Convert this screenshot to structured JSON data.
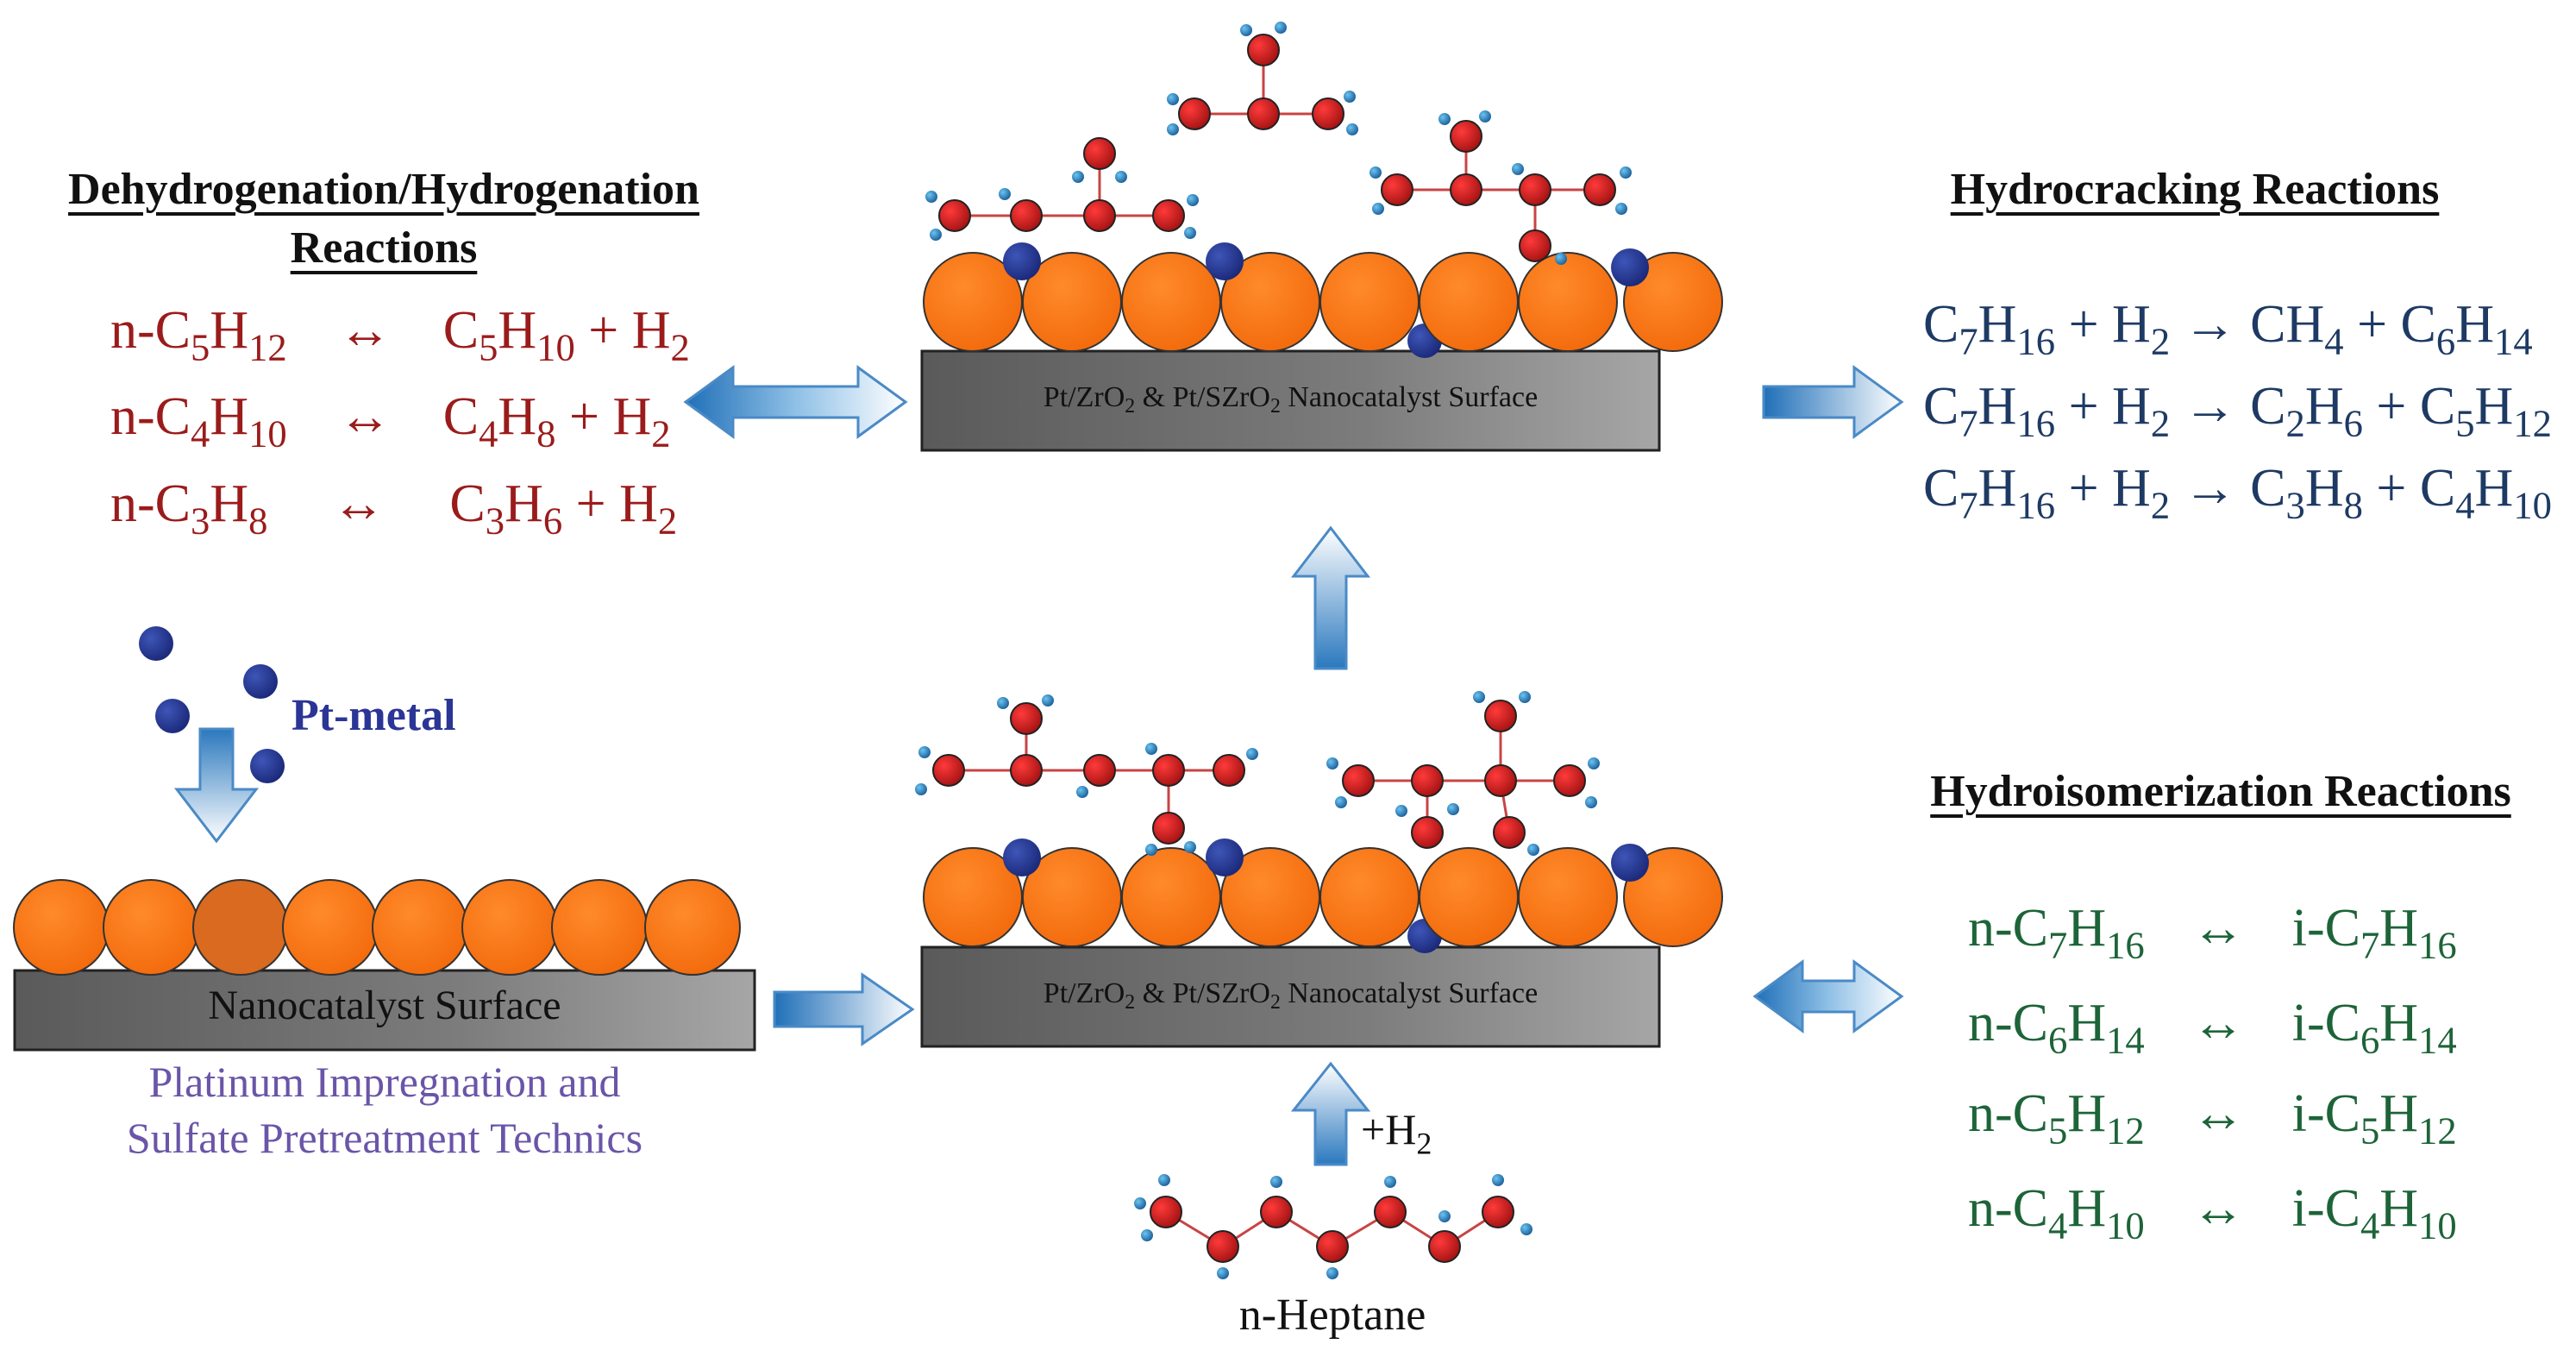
{
  "headings": {
    "dehydrogenation_line1": "Dehydrogenation/Hydrogenation",
    "dehydrogenation_line2": "Reactions",
    "hydrocracking": "Hydrocracking Reactions",
    "hydroisomerization": "Hydroisomerization Reactions"
  },
  "dehydrogenation_equations": [
    {
      "lhs_pre": "n-C",
      "lhs_n1": "5",
      "lhs_mid": "H",
      "lhs_n2": "12",
      "arrow": "↔",
      "rhs_pre": "C",
      "rhs_n1": "5",
      "rhs_mid": "H",
      "rhs_n2": "10",
      "rhs_post": " + H",
      "rhs_n3": "2"
    },
    {
      "lhs_pre": "n-C",
      "lhs_n1": "4",
      "lhs_mid": "H",
      "lhs_n2": "10",
      "arrow": "↔",
      "rhs_pre": "C",
      "rhs_n1": "4",
      "rhs_mid": "H",
      "rhs_n2": "8",
      "rhs_post": " + H",
      "rhs_n3": "2"
    },
    {
      "lhs_pre": "n-C",
      "lhs_n1": "3",
      "lhs_mid": "H",
      "lhs_n2": "8",
      "arrow": "↔",
      "rhs_pre": "C",
      "rhs_n1": "3",
      "rhs_mid": "H",
      "rhs_n2": "6",
      "rhs_post": " + H",
      "rhs_n3": "2"
    }
  ],
  "hydrocracking_equations": [
    {
      "a": "C",
      "a1": "7",
      "b": "H",
      "b1": "16",
      "c": " + H",
      "c1": "2",
      "d": " → CH",
      "d1": "4",
      "e": " + C",
      "e1": "6",
      "f": "H",
      "f1": "14"
    },
    {
      "a": "C",
      "a1": "7",
      "b": "H",
      "b1": "16",
      "c": " + H",
      "c1": "2",
      "d": " → C",
      "d1": "2",
      "e": "H",
      "e1": "6",
      "f": " + C",
      "f1": "5",
      "g": "H",
      "g1": "12"
    },
    {
      "a": "C",
      "a1": "7",
      "b": "H",
      "b1": "16",
      "c": " + H",
      "c1": "2",
      "d": " → C",
      "d1": "3",
      "e": "H",
      "e1": "8",
      "f": " + C",
      "f1": "4",
      "g": "H",
      "g1": "10"
    }
  ],
  "hydroisomerization_equations": [
    {
      "lhs_pre": "n-C",
      "n1": "7",
      "mid": "H",
      "n2": "16",
      "arrow": "↔",
      "rhs_pre": "i-C",
      "n3": "7",
      "rhs_mid": "H",
      "n4": "16"
    },
    {
      "lhs_pre": "n-C",
      "n1": "6",
      "mid": "H",
      "n2": "14",
      "arrow": "↔",
      "rhs_pre": "i-C",
      "n3": "6",
      "rhs_mid": "H",
      "n4": "14"
    },
    {
      "lhs_pre": "n-C",
      "n1": "5",
      "mid": "H",
      "n2": "12",
      "arrow": "↔",
      "rhs_pre": "i-C",
      "n3": "5",
      "rhs_mid": "H",
      "n4": "12"
    },
    {
      "lhs_pre": "n-C",
      "n1": "4",
      "mid": "H",
      "n2": "10",
      "arrow": "↔",
      "rhs_pre": "i-C",
      "n3": "4",
      "rhs_mid": "H",
      "n4": "10"
    }
  ],
  "surfaces": {
    "top_label_pre": "Pt/ZrO",
    "top_label_sub1": "2",
    "top_label_mid": " & Pt/SZrO",
    "top_label_sub2": "2",
    "top_label_post": " Nanocatalyst Surface",
    "left_label": "Nanocatalyst Surface"
  },
  "labels": {
    "pt_metal": "Pt-metal",
    "impregnation_line1": "Platinum Impregnation and",
    "impregnation_line2": "Sulfate Pretreatment Technics",
    "h2_pre": "+H",
    "h2_sub": "2",
    "n_heptane": "n-Heptane"
  },
  "colors": {
    "zro2_sphere": "#f97316",
    "pt_particle": "#1e2f8a",
    "surface_slab": "#6d6d6d",
    "carbon_atom": "#c41a1a",
    "hydrogen_atom": "#2f86c8",
    "arrow_fill": "#2f7fc4",
    "dehydrogenation_text": "#9b1b1b",
    "hydrocracking_text": "#1e3a64",
    "hydroisomerization_text": "#1d6438",
    "impregnation_text": "#6a55a8",
    "pt_metal_text": "#2b3596"
  }
}
